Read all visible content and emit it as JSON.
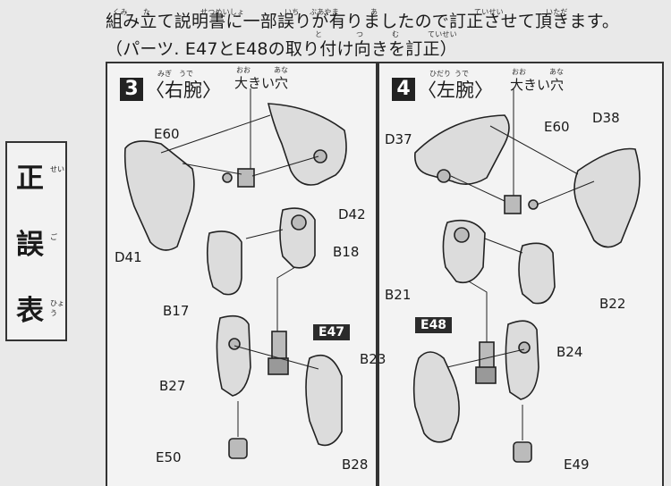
{
  "notice": {
    "line1": "組み立て説明書に一部誤りが有りましたので訂正させて頂きます。",
    "line2": "（パーツ. E47とE48の取り付け向きを訂正）",
    "furigana1": [
      "くみ",
      "た",
      "せつめいしょ",
      "いち",
      "ぶあやま",
      "あ",
      "ていせい",
      "いただ"
    ],
    "furigana2": [
      "と",
      "つ",
      "む",
      "ていせい"
    ]
  },
  "sidebar": {
    "chars": [
      "正",
      "誤",
      "表"
    ],
    "rubies": [
      "せい",
      "ご",
      "ひょう"
    ]
  },
  "step3": {
    "number": "3",
    "title": "〈右腕〉",
    "title_ruby": [
      "みぎ",
      "うで"
    ],
    "hole_label": "大きい穴",
    "hole_ruby": [
      "おお",
      "あな"
    ],
    "parts": {
      "e60": "E60",
      "d41": "D41",
      "d42": "D42",
      "b17": "B17",
      "b18": "B18",
      "e47": "E47",
      "b27": "B27",
      "b28": "B28",
      "e50": "E50"
    }
  },
  "step4": {
    "number": "4",
    "title": "〈左腕〉",
    "title_ruby": [
      "ひだり",
      "うで"
    ],
    "hole_label": "大きい穴",
    "hole_ruby": [
      "おお",
      "あな"
    ],
    "parts": {
      "d37": "D37",
      "e60": "E60",
      "d38": "D38",
      "b21": "B21",
      "b22": "B22",
      "e48": "E48",
      "b23": "B23",
      "b24": "B24",
      "e49": "E49"
    }
  },
  "colors": {
    "highlight": "#2b2b2b",
    "panel": "#f3f3f3",
    "background": "#e9e9e9"
  }
}
